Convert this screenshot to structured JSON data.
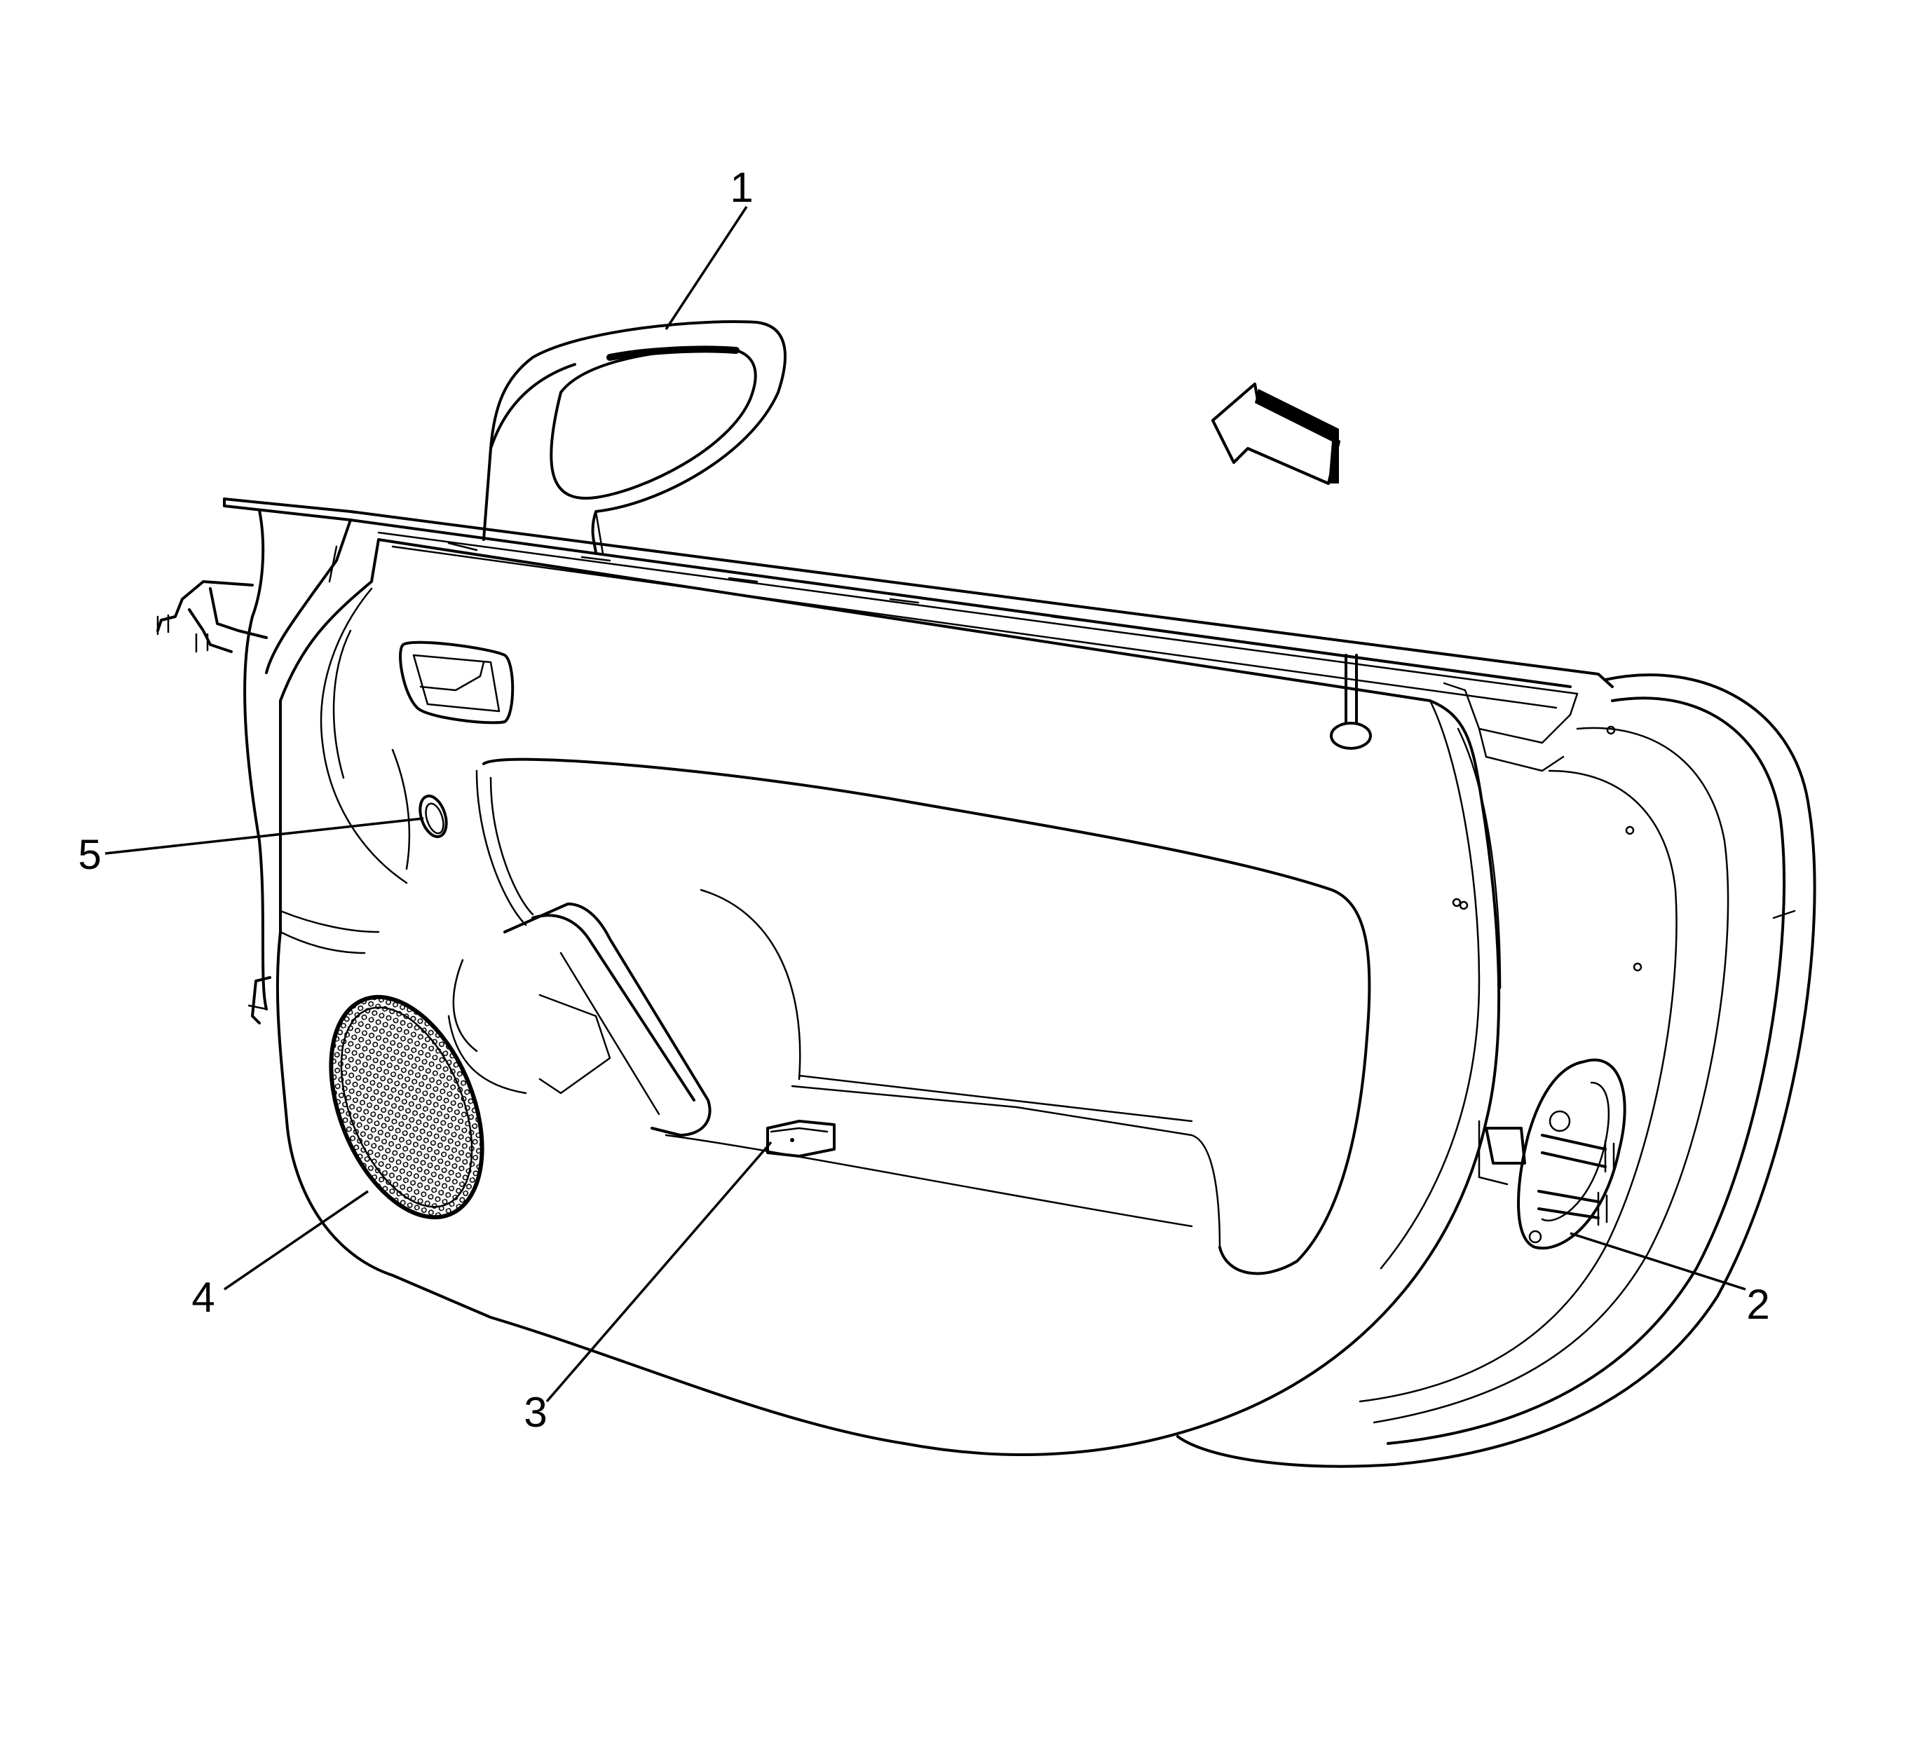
{
  "figure": {
    "callouts": [
      {
        "id": "1",
        "label": "1"
      },
      {
        "id": "2",
        "label": "2"
      },
      {
        "id": "3",
        "label": "3"
      },
      {
        "id": "4",
        "label": "4"
      },
      {
        "id": "5",
        "label": "5"
      }
    ],
    "icons": {
      "direction_arrow": "front-direction-arrow-icon",
      "speaker_grille": "speaker-grille-icon",
      "mirror": "side-mirror-icon",
      "door_handle": "door-handle-icon",
      "window_switch": "window-switch-icon",
      "hinge": "hinge-icon",
      "plug": "plug-icon"
    },
    "colors": {
      "line": "#000000",
      "background": "#ffffff"
    }
  }
}
